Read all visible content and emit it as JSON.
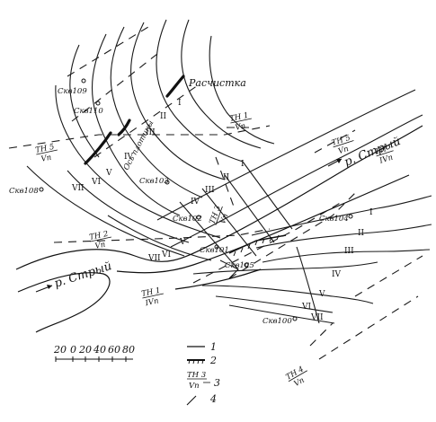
{
  "labels": {
    "raschistka": "Расчистка",
    "os_plotiny": "Ось плотины",
    "river_left": "р. Стрый",
    "river_right": "р. Стрый"
  },
  "wells": [
    {
      "id": "w109",
      "label": "Скв109"
    },
    {
      "id": "w110",
      "label": "Скв110"
    },
    {
      "id": "w108",
      "label": "Скв108"
    },
    {
      "id": "w103",
      "label": "Скв103"
    },
    {
      "id": "w102",
      "label": "Скв102"
    },
    {
      "id": "w101",
      "label": "Скв101"
    },
    {
      "id": "w105",
      "label": "Скв105"
    },
    {
      "id": "w104",
      "label": "Скв104"
    },
    {
      "id": "w100",
      "label": "Скв100"
    }
  ],
  "profiles": [
    {
      "id": "tn1",
      "top": "ТН 1",
      "bottom": "Vп"
    },
    {
      "id": "tn2",
      "top": "ТН 2",
      "bottom": "Vп"
    },
    {
      "id": "tn3",
      "top": "ТН 3",
      "bottom": "Vп"
    },
    {
      "id": "tn4",
      "top": "ТН 4",
      "bottom": "Vп"
    },
    {
      "id": "tn5",
      "top": "ТН 5",
      "bottom": "Vп"
    },
    {
      "id": "tn1b",
      "top": "ТН 1",
      "bottom": "IVп"
    },
    {
      "id": "tn3b",
      "top": "ТН 3",
      "bottom": "IVп"
    },
    {
      "id": "tn2b",
      "top": "ТН 2",
      "bottom": "Vп"
    },
    {
      "id": "tn5b",
      "top": "ТН 5",
      "bottom": "Vп"
    },
    {
      "id": "tn3c",
      "top": "ТН 3",
      "bottom": "Vп"
    },
    {
      "id": "tnr",
      "top": "ТН",
      "bottom": "IVп"
    }
  ],
  "zones": [
    "I",
    "II",
    "III",
    "IV",
    "V",
    "VI",
    "VII"
  ],
  "scale": {
    "ticks": [
      "20",
      "0",
      "20",
      "40",
      "60",
      "80"
    ]
  },
  "legend": [
    {
      "num": "1"
    },
    {
      "num": "2"
    },
    {
      "num": "3",
      "top": "ТН 3",
      "bottom": "Vп"
    },
    {
      "num": "4"
    }
  ]
}
